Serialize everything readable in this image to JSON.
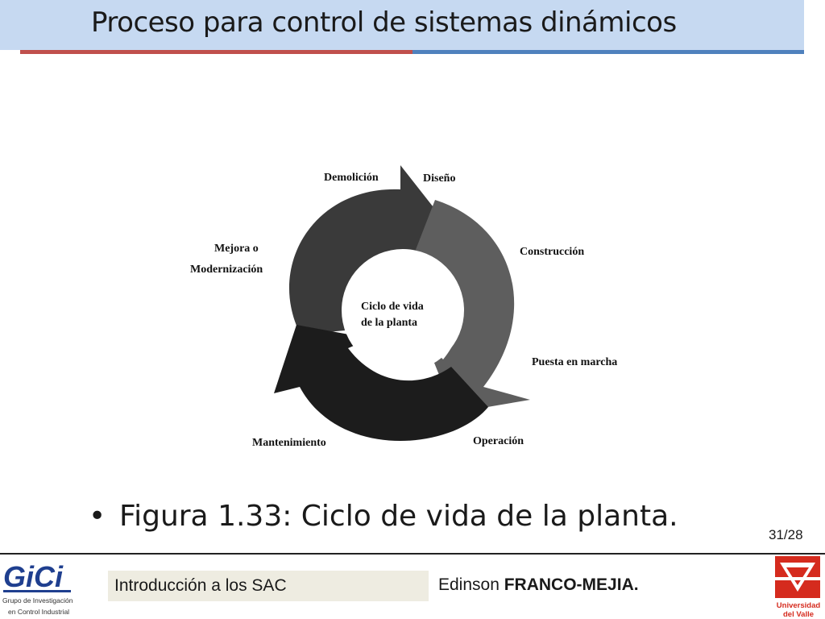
{
  "slide": {
    "title": "Proceso para control de sistemas dinámicos",
    "caption": "Figura 1.33: Ciclo de vida de la planta.",
    "bullet": "•",
    "page_number": "31/28"
  },
  "figure": {
    "center_line1": "Ciclo de vida",
    "center_line2": "de la planta",
    "labels": {
      "demolicion": "Demolición",
      "diseno": "Diseño",
      "construccion": "Construcción",
      "mejora_line1": "Mejora o",
      "mejora_line2": "Modernización",
      "puesta": "Puesta en marcha",
      "mantenimiento": "Mantenimiento",
      "operacion": "Operación"
    }
  },
  "footer": {
    "course": "Introducción a los SAC",
    "author_first": "Edinson",
    "author_last": "FRANCO-MEJIA.",
    "logo_left_line1": "Grupo de Investigación",
    "logo_left_line2": "en Control Industrial",
    "logo_right_line1": "Universidad",
    "logo_right_line2": "del Valle"
  },
  "colors": {
    "title_bg": "#c6d9f1",
    "rule_red": "#c0504d",
    "rule_blue": "#4f81bd",
    "arrow_dark": "#3a3a3a",
    "arrow_mid": "#5e5e5e",
    "arrow_black": "#1c1c1c",
    "footer_box": "#eeece1",
    "logo_red": "#d52b1e"
  }
}
